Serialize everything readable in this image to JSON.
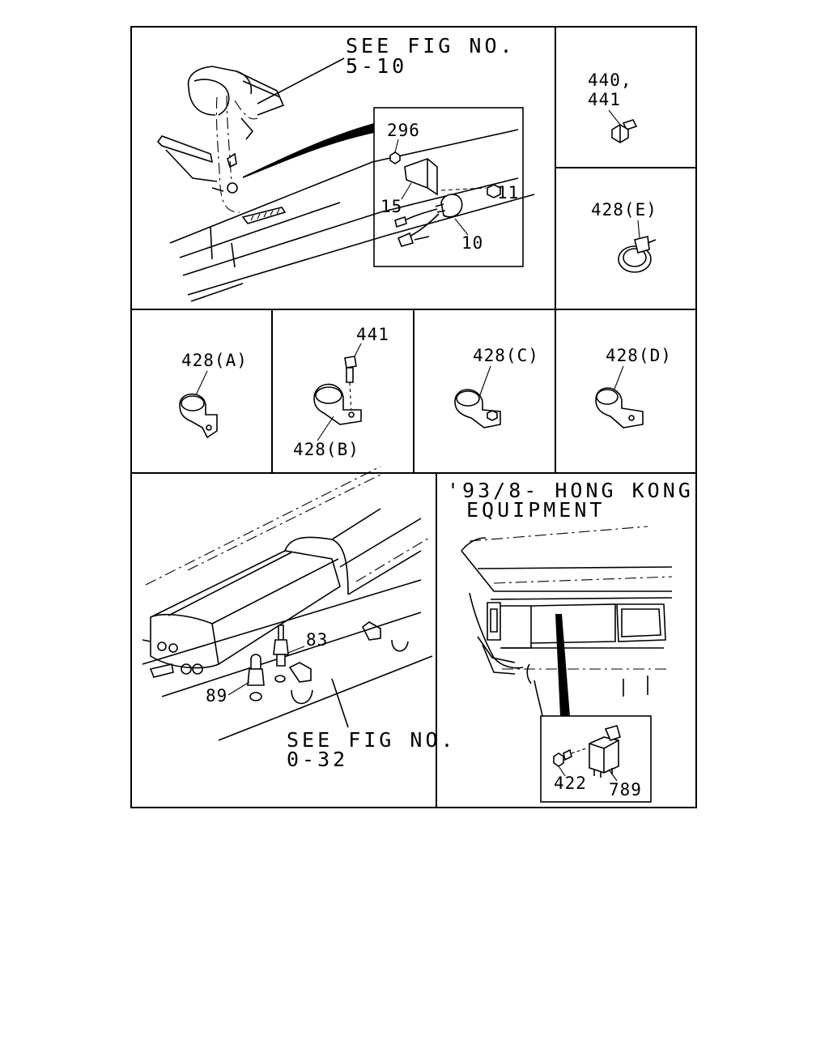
{
  "refs": {
    "top_left": [
      "SEE FIG NO.",
      "5-10"
    ],
    "bottom_left": [
      "SEE FIG NO.",
      "0-32"
    ]
  },
  "note": [
    "'93/8- HONG KONG",
    "EQUIPMENT"
  ],
  "parts": {
    "p296": "296",
    "p15": "15",
    "p11": "11",
    "p10": "10",
    "p440": "440,",
    "p441_top": "441",
    "p428e": "428(E)",
    "p428a": "428(A)",
    "p441": "441",
    "p428b": "428(B)",
    "p428c": "428(C)",
    "p428d": "428(D)",
    "p83": "83",
    "p89": "89",
    "p422": "422",
    "p789": "789"
  }
}
